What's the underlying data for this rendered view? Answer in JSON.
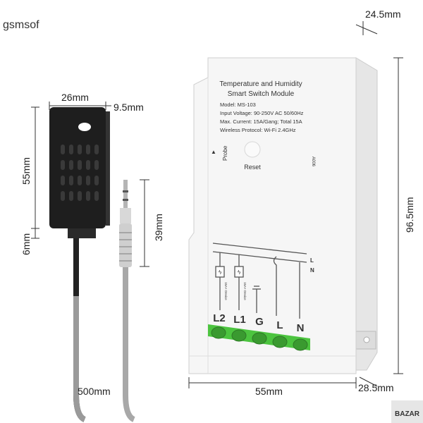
{
  "watermark": "gsmsof",
  "corner_logo": "BAZAR",
  "dimensions": {
    "sensor_width": "26mm",
    "sensor_depth": "9.5mm",
    "sensor_height": "55mm",
    "sensor_neck": "6mm",
    "plug_length": "39mm",
    "cable_length": "500mm",
    "module_depth_top": "24.5mm",
    "module_height": "96.5mm",
    "module_width": "55mm",
    "module_depth_bottom": "28.5mm"
  },
  "module": {
    "title_line1": "Temperature and Humidity",
    "title_line2": "Smart Switch Module",
    "model": "Model: MS-103",
    "input_voltage": "Input Voltage: 90-250V AC 50/60Hz",
    "max_current": "Max. Current: 15A/Gang; Total 15A",
    "wireless": "Wireless Protocol: Wi-Fi 2.4GHz",
    "probe_label": "Probe",
    "reset_label": "Reset",
    "side_code": "A006",
    "bus_l": "L",
    "bus_n": "N",
    "device_label": "15A+ Device",
    "terminals": [
      "L2",
      "L1",
      "G",
      "L",
      "N"
    ]
  },
  "colors": {
    "terminal_green": "#4cc43f",
    "sensor_black": "#1e1e1e",
    "module_white": "#f6f6f6"
  }
}
